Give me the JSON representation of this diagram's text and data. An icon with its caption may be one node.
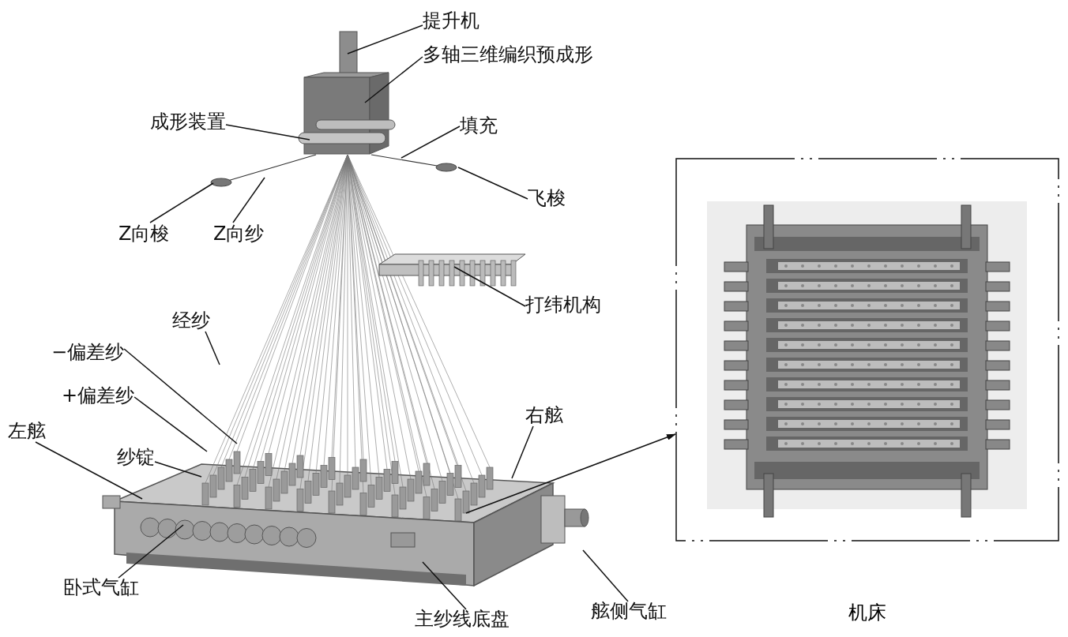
{
  "diagram": {
    "nodes": [
      {
        "text": [
          "提升机"
        ]
      },
      {
        "text": [
          "多轴三维编织预成形"
        ]
      },
      {
        "text": [
          "成形装置"
        ]
      },
      {
        "text": [
          "填充"
        ]
      },
      {
        "text": [
          "Z向梭"
        ]
      },
      {
        "text": [
          "Z向纱"
        ]
      },
      {
        "text": [
          "飞梭"
        ]
      },
      {
        "text": [
          "打纬机构"
        ]
      },
      {
        "text": [
          "经纱"
        ]
      },
      {
        "text": [
          "−偏差纱"
        ]
      },
      {
        "text": [
          "+偏差纱"
        ]
      },
      {
        "text": [
          "右舷"
        ]
      },
      {
        "text": [
          "左舷"
        ]
      },
      {
        "text": [
          "纱锭"
        ]
      },
      {
        "text": [
          "卧式气缸"
        ]
      },
      {
        "text": [
          "舷侧气缸"
        ]
      },
      {
        "text": [
          "主纱线底盘"
        ]
      },
      {
        "text": [
          "机床"
        ]
      }
    ],
    "edges": [
      {
        "from": 0,
        "to": null,
        "arrow": "none"
      },
      {
        "from": 1,
        "to": null,
        "arrow": "none"
      },
      {
        "from": 2,
        "to": null,
        "arrow": "none"
      },
      {
        "from": 3,
        "to": null,
        "arrow": "none"
      },
      {
        "from": 4,
        "to": null,
        "arrow": "none"
      },
      {
        "from": 5,
        "to": null,
        "arrow": "none"
      },
      {
        "from": 6,
        "to": null,
        "arrow": "none"
      },
      {
        "from": 7,
        "to": null,
        "arrow": "none"
      },
      {
        "from": 8,
        "to": null,
        "arrow": "none"
      },
      {
        "from": 9,
        "to": null,
        "arrow": "none"
      },
      {
        "from": 10,
        "to": null,
        "arrow": "none"
      },
      {
        "from": 11,
        "to": null,
        "arrow": "none"
      },
      {
        "from": 12,
        "to": null,
        "arrow": "none"
      },
      {
        "from": 13,
        "to": null,
        "arrow": "none"
      },
      {
        "from": 14,
        "to": null,
        "arrow": "none"
      },
      {
        "from": 15,
        "to": null,
        "arrow": "none"
      },
      {
        "from": 16,
        "to": null,
        "arrow": "none"
      },
      {
        "from": null,
        "to": 17,
        "arrow": "to"
      }
    ]
  }
}
